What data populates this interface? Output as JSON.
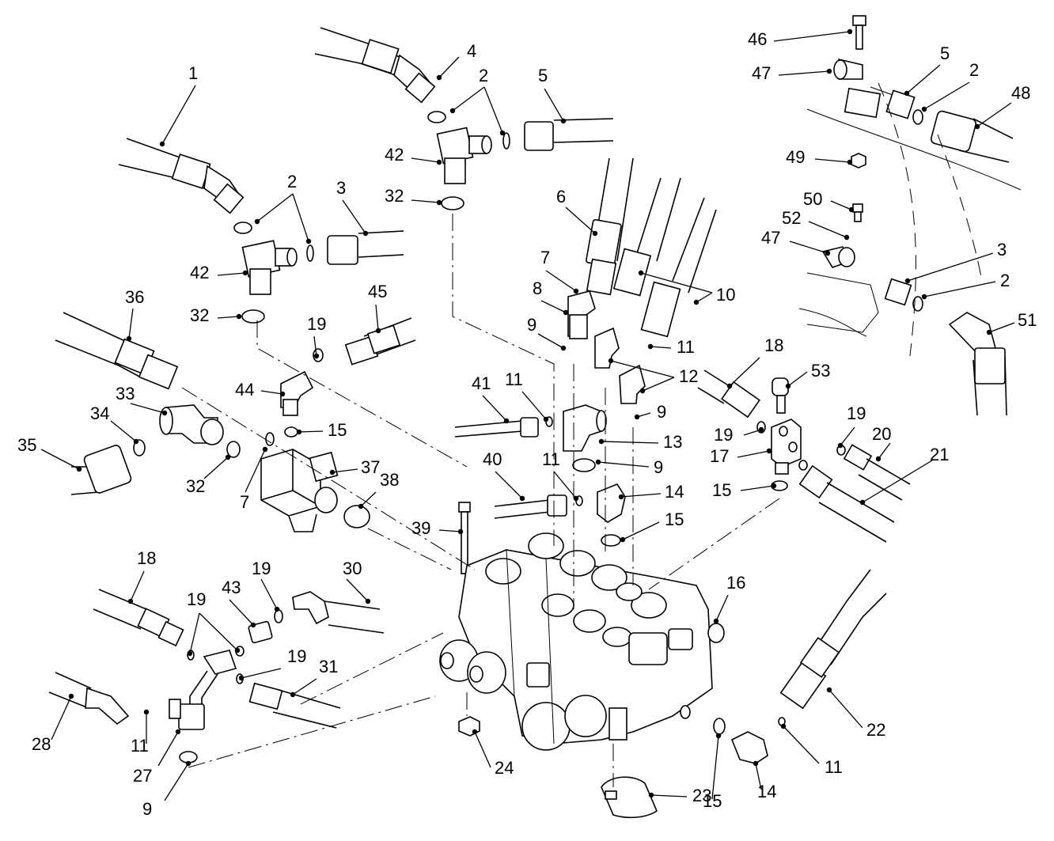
{
  "diagram": {
    "callouts": [
      {
        "id": "c1",
        "label": "1"
      },
      {
        "id": "c4",
        "label": "4"
      },
      {
        "id": "c2a",
        "label": "2"
      },
      {
        "id": "c5a",
        "label": "5"
      },
      {
        "id": "c2b",
        "label": "2"
      },
      {
        "id": "c3a",
        "label": "3"
      },
      {
        "id": "c42a",
        "label": "42"
      },
      {
        "id": "c32a",
        "label": "32"
      },
      {
        "id": "c42b",
        "label": "42"
      },
      {
        "id": "c32b",
        "label": "32"
      },
      {
        "id": "c6",
        "label": "6"
      },
      {
        "id": "c7a",
        "label": "7"
      },
      {
        "id": "c8",
        "label": "8"
      },
      {
        "id": "c10",
        "label": "10"
      },
      {
        "id": "c9a",
        "label": "9"
      },
      {
        "id": "c11a",
        "label": "11"
      },
      {
        "id": "c12",
        "label": "12"
      },
      {
        "id": "c36",
        "label": "36"
      },
      {
        "id": "c45",
        "label": "45"
      },
      {
        "id": "c19a",
        "label": "19"
      },
      {
        "id": "c44",
        "label": "44"
      },
      {
        "id": "c15a",
        "label": "15"
      },
      {
        "id": "c33",
        "label": "33"
      },
      {
        "id": "c34",
        "label": "34"
      },
      {
        "id": "c35",
        "label": "35"
      },
      {
        "id": "c32c",
        "label": "32"
      },
      {
        "id": "c7b",
        "label": "7"
      },
      {
        "id": "c37",
        "label": "37"
      },
      {
        "id": "c38",
        "label": "38"
      },
      {
        "id": "c41",
        "label": "41"
      },
      {
        "id": "c11b",
        "label": "11"
      },
      {
        "id": "c9b",
        "label": "9"
      },
      {
        "id": "c13",
        "label": "13"
      },
      {
        "id": "c9c",
        "label": "9"
      },
      {
        "id": "c40",
        "label": "40"
      },
      {
        "id": "c11c",
        "label": "11"
      },
      {
        "id": "c14a",
        "label": "14"
      },
      {
        "id": "c15b",
        "label": "15"
      },
      {
        "id": "c39",
        "label": "39"
      },
      {
        "id": "c46",
        "label": "46"
      },
      {
        "id": "c47a",
        "label": "47"
      },
      {
        "id": "c5b",
        "label": "5"
      },
      {
        "id": "c2c",
        "label": "2"
      },
      {
        "id": "c48",
        "label": "48"
      },
      {
        "id": "c49",
        "label": "49"
      },
      {
        "id": "c50",
        "label": "50"
      },
      {
        "id": "c52",
        "label": "52"
      },
      {
        "id": "c47b",
        "label": "47"
      },
      {
        "id": "c3b",
        "label": "3"
      },
      {
        "id": "c2d",
        "label": "2"
      },
      {
        "id": "c51",
        "label": "51"
      },
      {
        "id": "c18a",
        "label": "18"
      },
      {
        "id": "c53",
        "label": "53"
      },
      {
        "id": "c19b",
        "label": "19"
      },
      {
        "id": "c19c",
        "label": "19"
      },
      {
        "id": "c20",
        "label": "20"
      },
      {
        "id": "c21",
        "label": "21"
      },
      {
        "id": "c17",
        "label": "17"
      },
      {
        "id": "c15c",
        "label": "15"
      },
      {
        "id": "c16",
        "label": "16"
      },
      {
        "id": "c18b",
        "label": "18"
      },
      {
        "id": "c43",
        "label": "43"
      },
      {
        "id": "c19d",
        "label": "19"
      },
      {
        "id": "c30",
        "label": "30"
      },
      {
        "id": "c19e",
        "label": "19"
      },
      {
        "id": "c19f",
        "label": "19"
      },
      {
        "id": "c31",
        "label": "31"
      },
      {
        "id": "c28",
        "label": "28"
      },
      {
        "id": "c11d",
        "label": "11"
      },
      {
        "id": "c27",
        "label": "27"
      },
      {
        "id": "c9d",
        "label": "9"
      },
      {
        "id": "c24",
        "label": "24"
      },
      {
        "id": "c15d",
        "label": "15"
      },
      {
        "id": "c14b",
        "label": "14"
      },
      {
        "id": "c11e",
        "label": "11"
      },
      {
        "id": "c22",
        "label": "22"
      },
      {
        "id": "c23",
        "label": "23"
      }
    ]
  }
}
